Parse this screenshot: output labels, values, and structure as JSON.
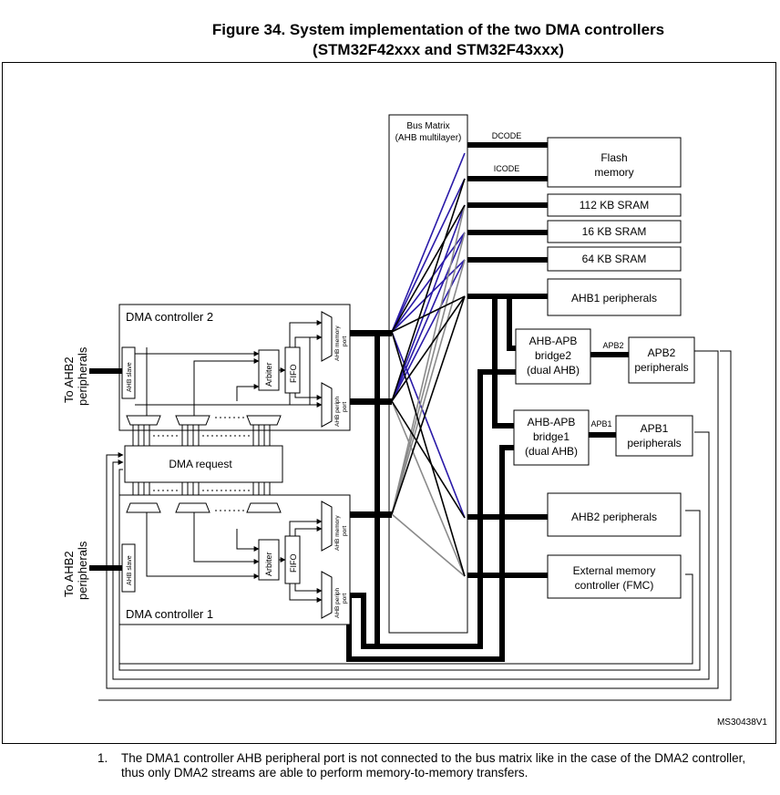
{
  "figure": {
    "title_line1": "Figure 34. System implementation of the two DMA controllers",
    "title_line2": "(STM32F42xxx and STM32F43xxx)"
  },
  "bus_matrix": {
    "label_line1": "Bus Matrix",
    "label_line2": "(AHB multilayer)",
    "dcode": "DCODE",
    "icode": "ICODE"
  },
  "memories": {
    "flash_line1": "Flash",
    "flash_line2": "memory",
    "sram112": "112 KB SRAM",
    "sram16": "16 KB SRAM",
    "sram64": "64 KB SRAM"
  },
  "peripherals": {
    "ahb1": "AHB1 peripherals",
    "ahb2": "AHB2 peripherals",
    "fmc_line1": "External memory",
    "fmc_line2": "controller (FMC)",
    "apb2_line1": "APB2",
    "apb2_line2": "peripherals",
    "apb1_line1": "APB1",
    "apb1_line2": "peripherals"
  },
  "bridges": {
    "bridge2_line1": "AHB-APB",
    "bridge2_line2": "bridge2",
    "bridge2_line3": "(dual AHB)",
    "bridge1_line1": "AHB-APB",
    "bridge1_line2": "bridge1",
    "bridge1_line3": "(dual AHB)",
    "apb2_bus": "APB2",
    "apb1_bus": "APB1"
  },
  "dma2": {
    "title": "DMA controller 2",
    "slave": "AHB slave",
    "arbiter": "Arbiter",
    "fifo": "FIFO",
    "mem_port_line1": "AHB memory",
    "mem_port_line2": "port",
    "periph_port_line1": "AHB periph",
    "periph_port_line2": "port"
  },
  "dma1": {
    "title": "DMA controller 1",
    "slave": "AHB slave",
    "arbiter": "Arbiter",
    "fifo": "FIFO",
    "mem_port_line1": "AHB memory",
    "mem_port_line2": "port",
    "periph_port_line1": "AHB periph",
    "periph_port_line2": "port"
  },
  "dma_request": "DMA request",
  "side_labels": {
    "to_ahb2_top_line1": "To AHB2",
    "to_ahb2_top_line2": "peripherals",
    "to_ahb2_bottom_line1": "To AHB2",
    "to_ahb2_bottom_line2": "peripherals"
  },
  "ref_code": "MS30438V1",
  "footnote": {
    "number": "1.",
    "text": "The DMA1 controller AHB peripheral port is not connected to the bus matrix like in the case of the DMA2 controller, thus only DMA2 streams are able to perform memory-to-memory transfers."
  },
  "colors": {
    "blue_link": "#2a1aa8",
    "gray_link": "#8a8a8a",
    "black_link": "#000000"
  }
}
